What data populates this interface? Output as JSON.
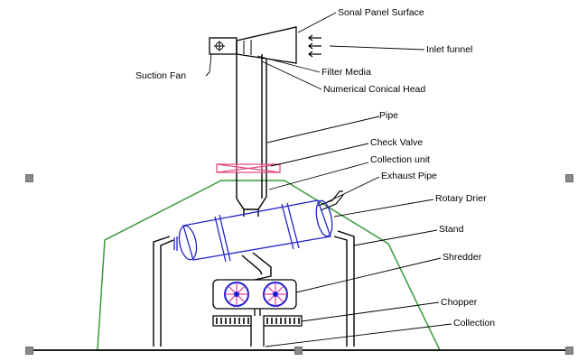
{
  "labels": {
    "solar_panel": "Sonal Panel Surface",
    "inlet_funnel": "Inlet funnel",
    "suction_fan": "Suction Fan",
    "filter_media": "Filter Media",
    "conical_head": "Numerical Conical Head",
    "pipe": "Pipe",
    "check_valve": "Check Valve",
    "collection_unit": "Collection unit",
    "exhaust_pipe": "Exhaust Pipe",
    "rotary_drier": "Rotary Drier",
    "stand": "Stand",
    "shredder": "Shredder",
    "chopper": "Chopper",
    "collection": "Collection"
  },
  "colors": {
    "drier": "#2323c8",
    "valve": "#e0457a",
    "shredder_ring": "#1d1dd6",
    "shredder_spokes": "#e03ca0",
    "frame": "#3a9b3a",
    "line": "#000000"
  }
}
